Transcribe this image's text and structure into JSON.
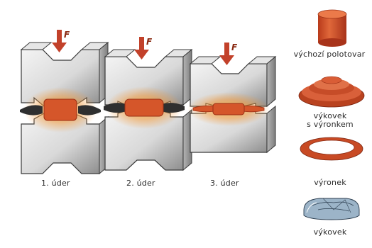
{
  "force_symbol": "F",
  "strokes": [
    {
      "label": "1. úder"
    },
    {
      "label": "2. úder"
    },
    {
      "label": "3. úder"
    }
  ],
  "parts": [
    {
      "label": "výchozí polotovar"
    },
    {
      "label_line1": "výkovek",
      "label_line2": "s výronkem"
    },
    {
      "label": "výronek"
    },
    {
      "label": "výkovek"
    }
  ],
  "colors": {
    "die_light": "#ececec",
    "die_shadow": "#9a9a9a",
    "die_edge": "#3a3a3a",
    "hot_metal": "#d5562a",
    "glow": "#f4b04a",
    "flash_dark": "#2f2f2f",
    "arrow": "#c2412a"
  }
}
